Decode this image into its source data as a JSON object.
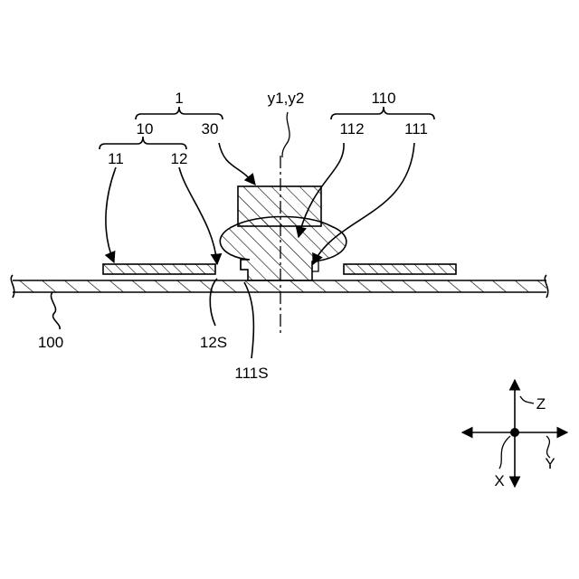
{
  "labels": {
    "assembly": "1",
    "axes": "y1,y2",
    "sub_10": "10",
    "part_30": "30",
    "sub_110": "110",
    "part_11": "11",
    "part_12": "12",
    "part_112": "112",
    "part_111": "111",
    "base_100": "100",
    "surface_12S": "12S",
    "surface_111S": "111S",
    "axis_z": "Z",
    "axis_x": "X",
    "axis_y": "Y"
  },
  "colors": {
    "ink": "#000000",
    "background": "#ffffff"
  }
}
